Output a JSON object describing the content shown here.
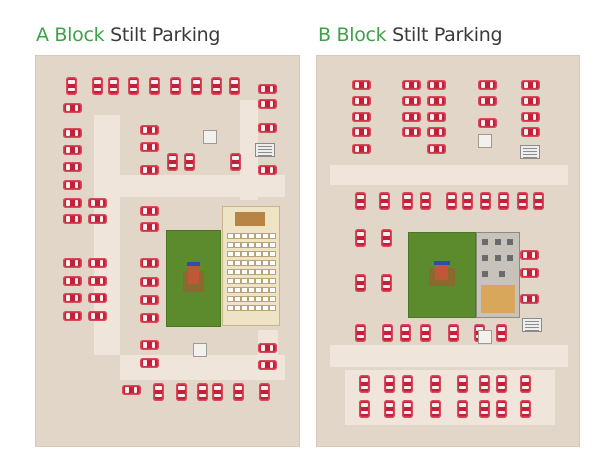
{
  "titles": {
    "a_block": {
      "lead": "A Block",
      "rest": "Stilt Parking"
    },
    "b_block": {
      "lead": "B Block",
      "rest": "Stilt Parking"
    }
  },
  "colors": {
    "accent_green": "#3da04a",
    "car_red": "#c21f38",
    "ground": "#e2d6c9",
    "court_green": "#5c8b2e"
  },
  "icons": [
    "car-icon",
    "lift-icon",
    "staircase-icon",
    "gazebo-icon",
    "gym-equipment-icon"
  ]
}
